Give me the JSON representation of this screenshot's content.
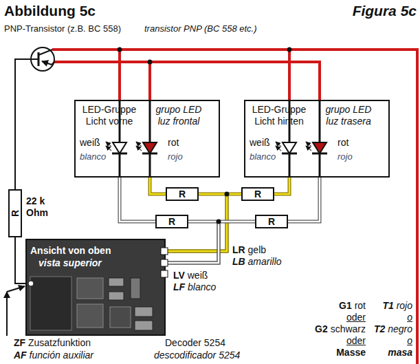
{
  "diagram": {
    "title": "Abbildung 5c",
    "nodes": [
      {
        "text": [
          "LED-Gruppe Licht vorne",
          "grupo LED luz frontal",
          "weiß",
          "blanco",
          "rot",
          "rojo"
        ]
      },
      {
        "text": [
          "LED-Gruppe Licht hinten",
          "grupo LED luz trasera",
          "weiß",
          "blanco",
          "rot",
          "rojo"
        ]
      },
      {
        "text": [
          "Ansicht von oben",
          "vista superior"
        ]
      }
    ],
    "edges": [
      {
        "from": 2,
        "to": 0,
        "arrow": "none"
      },
      {
        "from": 2,
        "to": 1,
        "arrow": "none"
      },
      {
        "from": 2,
        "to": 0,
        "arrow": "none"
      },
      {
        "from": 2,
        "to": 1,
        "arrow": "none"
      }
    ],
    "labels": [
      "Figura 5c",
      "PNP-Transistor (z.B. BC 558)",
      "transistor PNP (BC 558 etc.)",
      "R",
      "R",
      "R",
      "R",
      "R",
      "22 k Ohm",
      "LR gelb",
      "LB amarillo",
      "LV weiß",
      "LF blanco",
      "G1 rot",
      "oder",
      "G2 schwarz",
      "oder",
      "Masse",
      "T1 rojo",
      "o",
      "T2 negro",
      "o",
      "masa",
      "ZF Zusatzfunktion",
      "AF función auxiliar",
      "Decoder 5254",
      "descodificador 5254"
    ]
  }
}
